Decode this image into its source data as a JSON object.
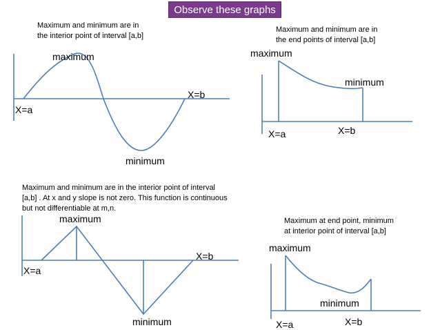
{
  "banner": {
    "title": "Observe  these graphs",
    "bg_color": "#7b3b8c"
  },
  "colors": {
    "axis": "#4a7ebb",
    "curve": "#4a7ebb"
  },
  "graphs": {
    "top_left": {
      "desc_line1": "Maximum and minimum are  in",
      "desc_line2": "the interior point of interval [a,b]",
      "max_label": "maximum",
      "min_label": "minimum",
      "a_label": "X=a",
      "b_label": "X=b"
    },
    "top_right": {
      "desc_line1": "Maximum and minimum are  in",
      "desc_line2": "the end points of interval [a,b]",
      "max_label": "maximum",
      "min_label": "minimum",
      "a_label": "X=a",
      "b_label": "X=b"
    },
    "bottom_left": {
      "desc_line1": "Maximum and minimum are  in  the interior point of interval",
      "desc_line2": "[a,b] . At  x and y slope is not zero. This function is continuous",
      "desc_line3": "but not  differentiable at m,n.",
      "max_label": "maximum",
      "min_label": "minimum",
      "a_label": "X=a",
      "b_label": "X=b"
    },
    "bottom_right": {
      "desc_line1": "Maximum at end point, minimum",
      "desc_line2": " at  interior point of interval [a,b]",
      "max_label": "maximum",
      "min_label": "minimum",
      "a_label": "X=a",
      "b_label": "X=b"
    }
  }
}
